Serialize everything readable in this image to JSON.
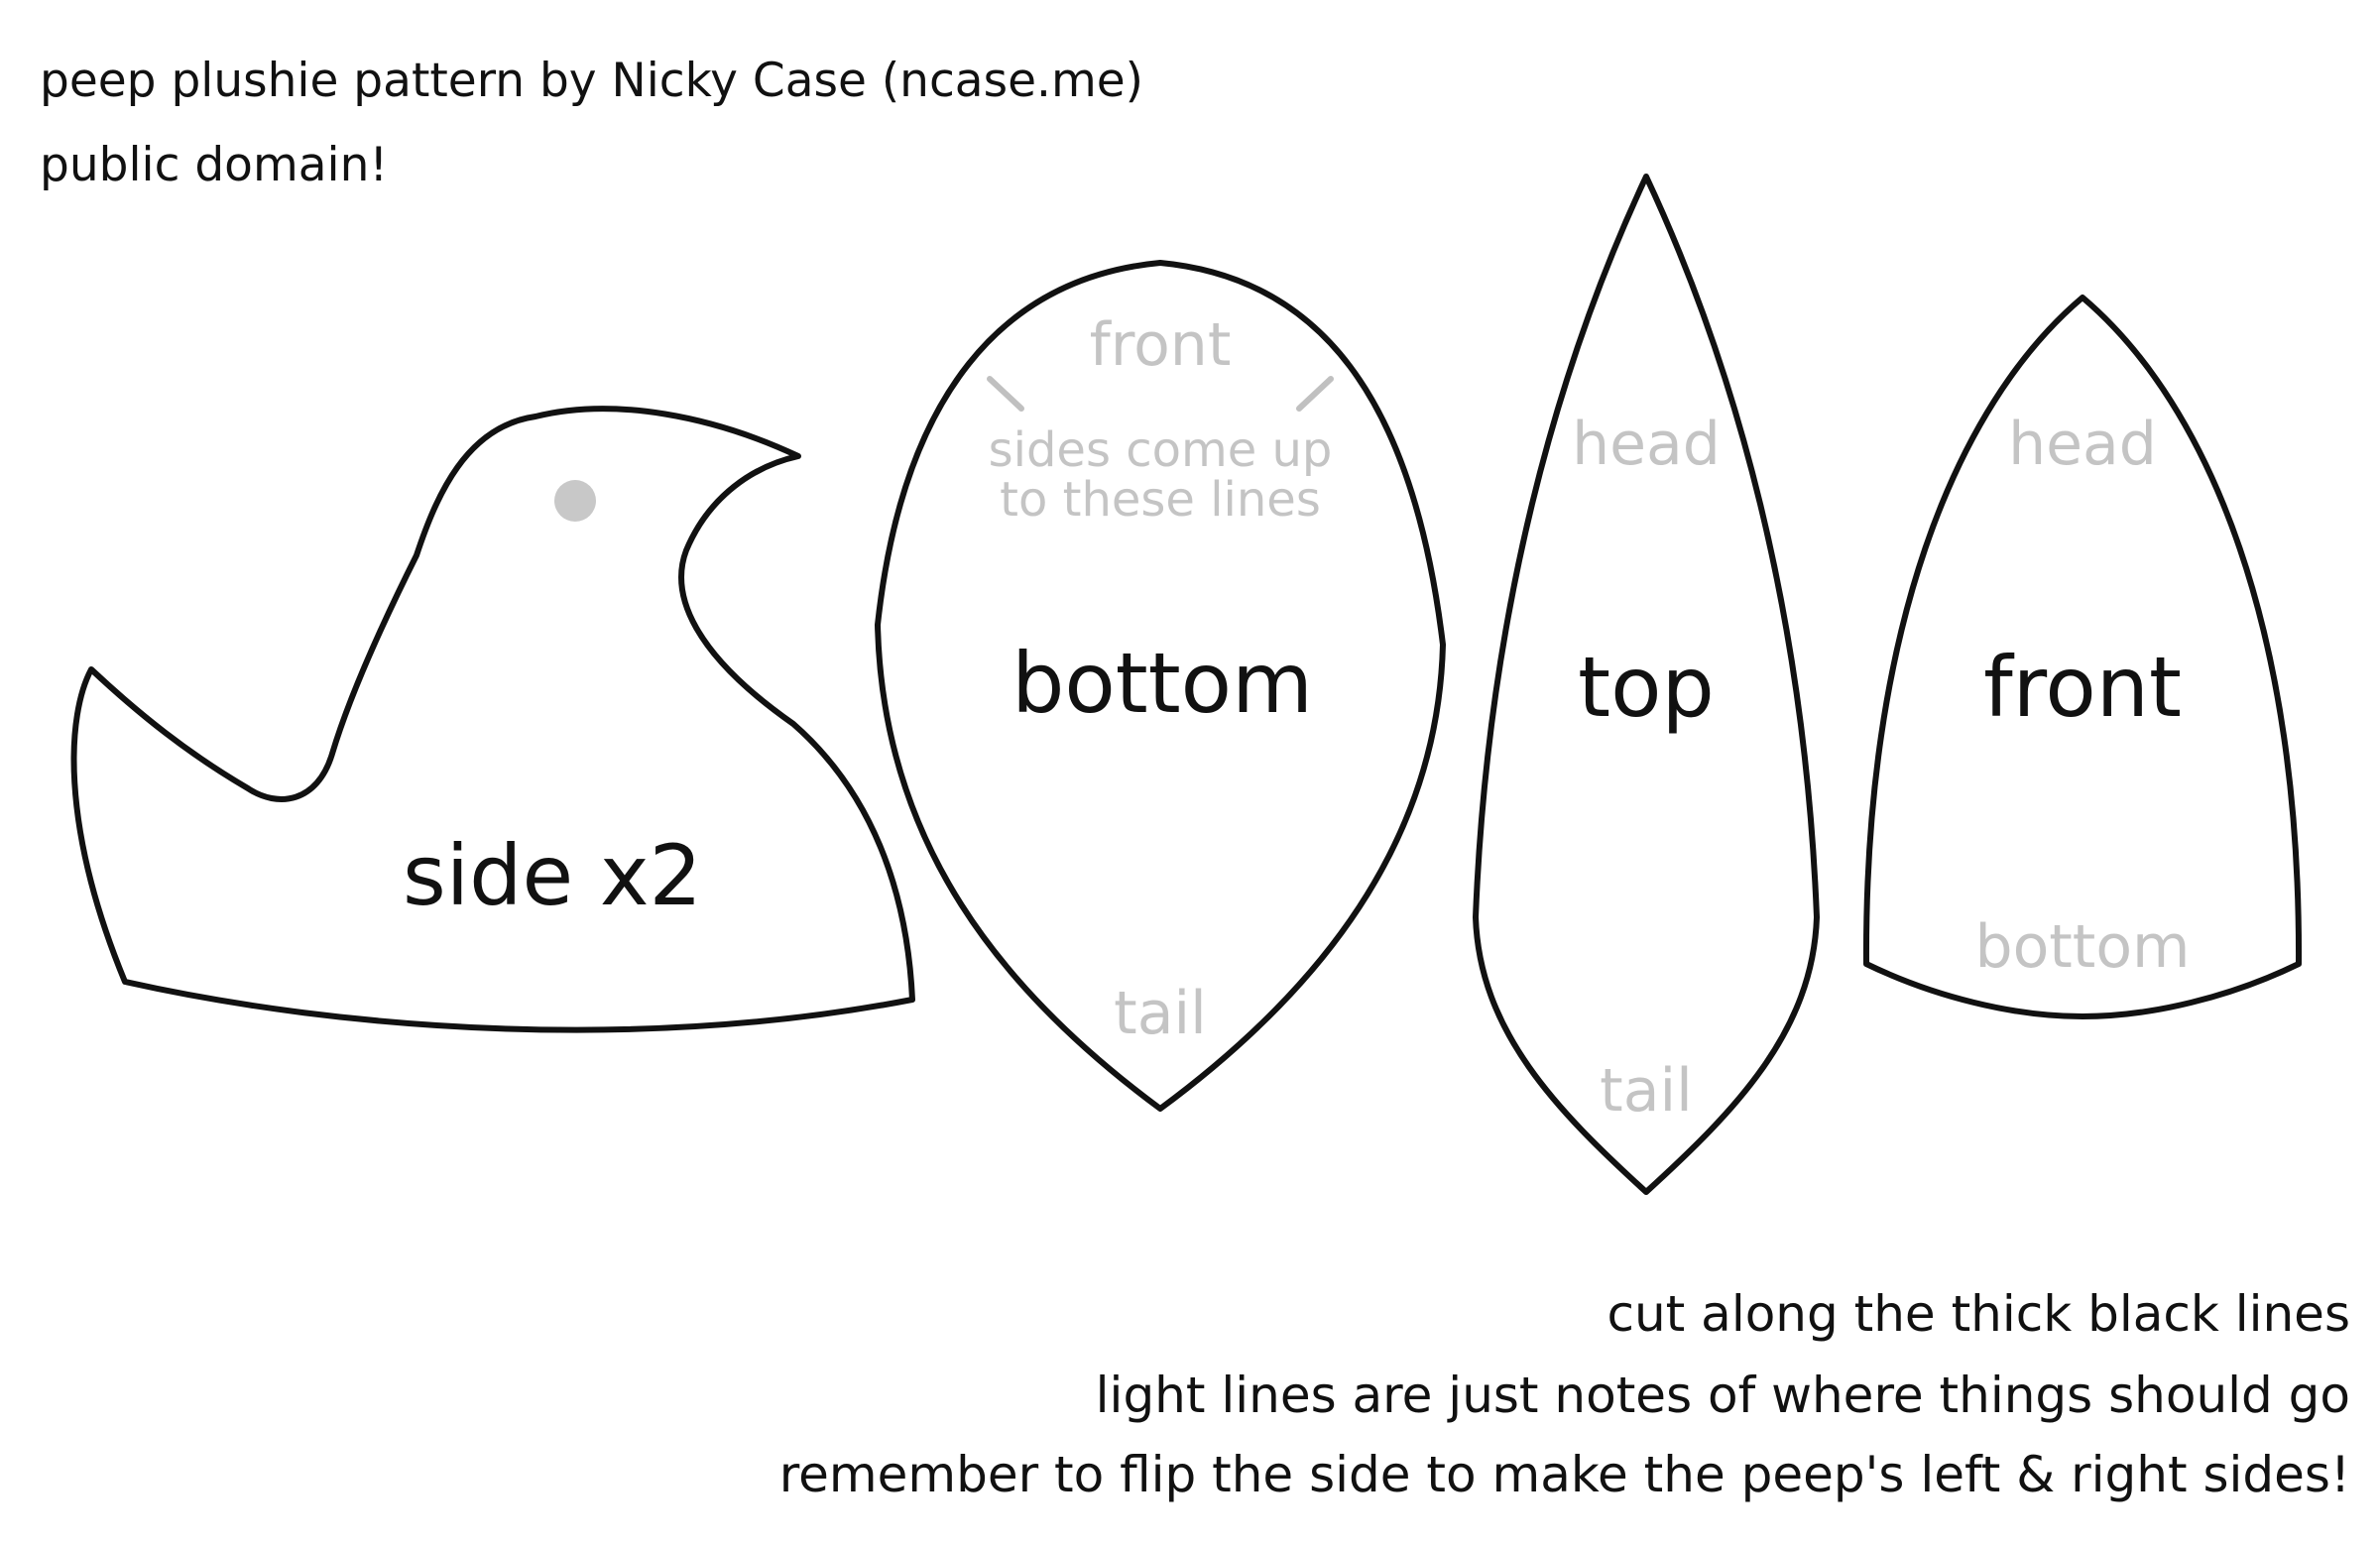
{
  "header": {
    "credit": "peep plushie pattern by Nicky Case (ncase.me)",
    "license": "public domain!"
  },
  "pieces": {
    "side": {
      "label": "side x2"
    },
    "bottom": {
      "label": "bottom",
      "note_top": "front",
      "note_lines_1": "sides come up",
      "note_lines_2": "to these lines",
      "note_bottom": "tail"
    },
    "top": {
      "label": "top",
      "note_top": "head",
      "note_bottom": "tail"
    },
    "front": {
      "label": "front",
      "note_top": "head",
      "note_bottom": "bottom"
    }
  },
  "footer": {
    "line1": "cut along the thick black lines",
    "line2": "light lines are just notes of where things should go",
    "line3": "remember to flip the side to make the peep's left & right sides!"
  },
  "colors": {
    "outline": "#111111",
    "guide": "#c0c0c0",
    "eye": "#c8c8c8",
    "background": "#ffffff"
  }
}
